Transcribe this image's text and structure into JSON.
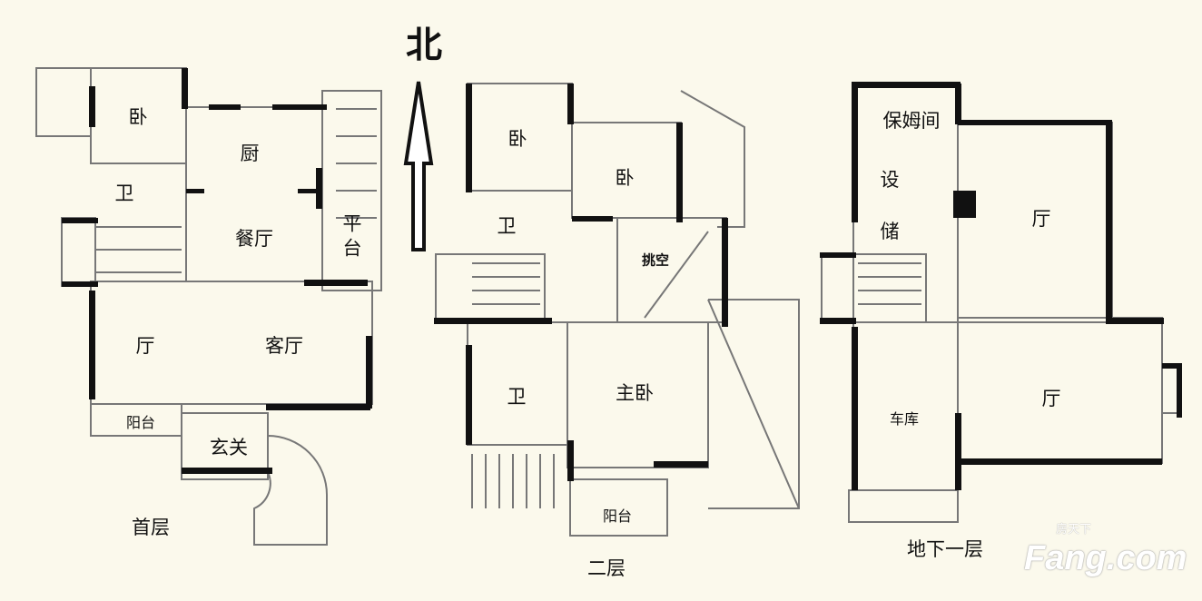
{
  "north_label": "北",
  "floors": {
    "ground": {
      "title": "首层",
      "rooms": [
        "卧",
        "卫",
        "厨",
        "餐厅",
        "平台",
        "厅",
        "客厅",
        "阳台",
        "玄关"
      ]
    },
    "second": {
      "title": "二层",
      "rooms": [
        "卧",
        "卧",
        "卫",
        "挑空",
        "卫",
        "主卧",
        "阳台"
      ]
    },
    "basement": {
      "title": "地下一层",
      "rooms": [
        "保姆间",
        "设",
        "储",
        "厅",
        "厅",
        "车库"
      ]
    }
  },
  "watermark": {
    "brand": "Fang.com",
    "chinese": "房天下"
  }
}
